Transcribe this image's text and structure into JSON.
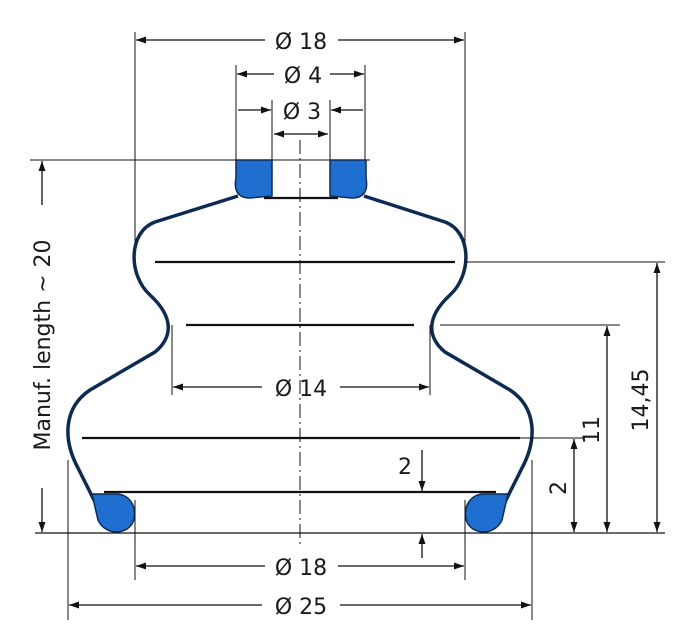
{
  "dimensions": {
    "top_outer_diameter": "Ø 18",
    "top_mid_diameter": "Ø 4",
    "top_inner_diameter": "Ø 3",
    "mid_diameter": "Ø 14",
    "bottom_inner_diameter": "Ø 18",
    "bottom_outer_diameter": "Ø 25",
    "manufactured_length": "Manuf. length ~ 20",
    "height_total": "14,45",
    "height_mid": "11",
    "height_bottom": "2",
    "wall_offset": "2"
  },
  "colors": {
    "boot_fill": "#1e6fd0",
    "boot_outline": "#0d2a55",
    "line": "#111111"
  }
}
